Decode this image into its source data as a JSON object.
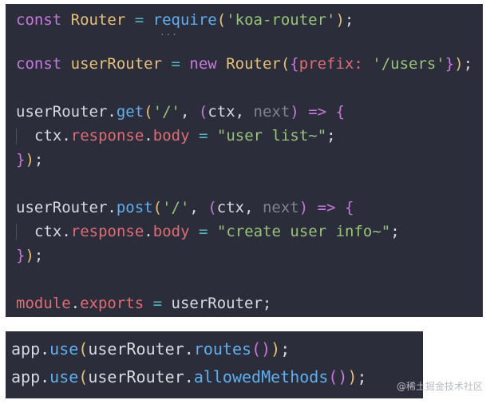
{
  "top_panel": {
    "lines": {
      "l1": {
        "kw": "const",
        "name": "Router",
        "eq": "=",
        "fn": "require",
        "open": "(",
        "str": "'koa-router'",
        "close": ")",
        "semi": ";"
      },
      "hint": "...",
      "l2": {
        "kw": "const",
        "name": "userRouter",
        "eq": "=",
        "new": "new",
        "cls": "Router",
        "open": "(",
        "brace_open": "{",
        "key": "prefix:",
        "str": "'/users'",
        "brace_close": "}",
        "close": ")",
        "semi": ";"
      },
      "l3": {
        "obj": "userRouter",
        "dot": ".",
        "fn": "get",
        "open": "(",
        "str": "'/'",
        "comma": ",",
        "p_open": "(",
        "ctx": "ctx",
        "comma2": ",",
        "next": "next",
        "p_close": ")",
        "arrow": "=>",
        "brace": "{"
      },
      "l4": {
        "ctx": "ctx",
        "dot1": ".",
        "resp": "response",
        "dot2": ".",
        "body": "body",
        "eq": "=",
        "str": "\"user list~\"",
        "semi": ";"
      },
      "l5": {
        "brace": "}",
        "close": ")",
        "semi": ";"
      },
      "l6": {
        "obj": "userRouter",
        "dot": ".",
        "fn": "post",
        "open": "(",
        "str": "'/'",
        "comma": ",",
        "p_open": "(",
        "ctx": "ctx",
        "comma2": ",",
        "next": "next",
        "p_close": ")",
        "arrow": "=>",
        "brace": "{"
      },
      "l7": {
        "ctx": "ctx",
        "dot1": ".",
        "resp": "response",
        "dot2": ".",
        "body": "body",
        "eq": "=",
        "str": "\"create user info~\"",
        "semi": ";"
      },
      "l8": {
        "brace": "}",
        "close": ")",
        "semi": ";"
      },
      "l9": {
        "module": "module",
        "dot": ".",
        "exports": "exports",
        "eq": "=",
        "val": "userRouter",
        "semi": ";"
      }
    }
  },
  "bottom_panel": {
    "lines": {
      "b1": {
        "app": "app",
        "dot": ".",
        "use": "use",
        "open": "(",
        "obj": "userRouter",
        "dot2": ".",
        "method": "routes",
        "call": "()",
        "close": ")",
        "semi": ";"
      },
      "b2": {
        "app": "app",
        "dot": ".",
        "use": "use",
        "open": "(",
        "obj": "userRouter",
        "dot2": ".",
        "method": "allowedMethods",
        "call": "()",
        "close": ")",
        "semi": ";"
      }
    }
  },
  "watermark": "@稀土掘金技术社区",
  "colors": {
    "background": "#2b2d3a",
    "keyword": "#c678dd",
    "class": "#e5c07b",
    "function": "#61afef",
    "string": "#98c379",
    "property": "#e06c75",
    "operator": "#56b6c2"
  }
}
